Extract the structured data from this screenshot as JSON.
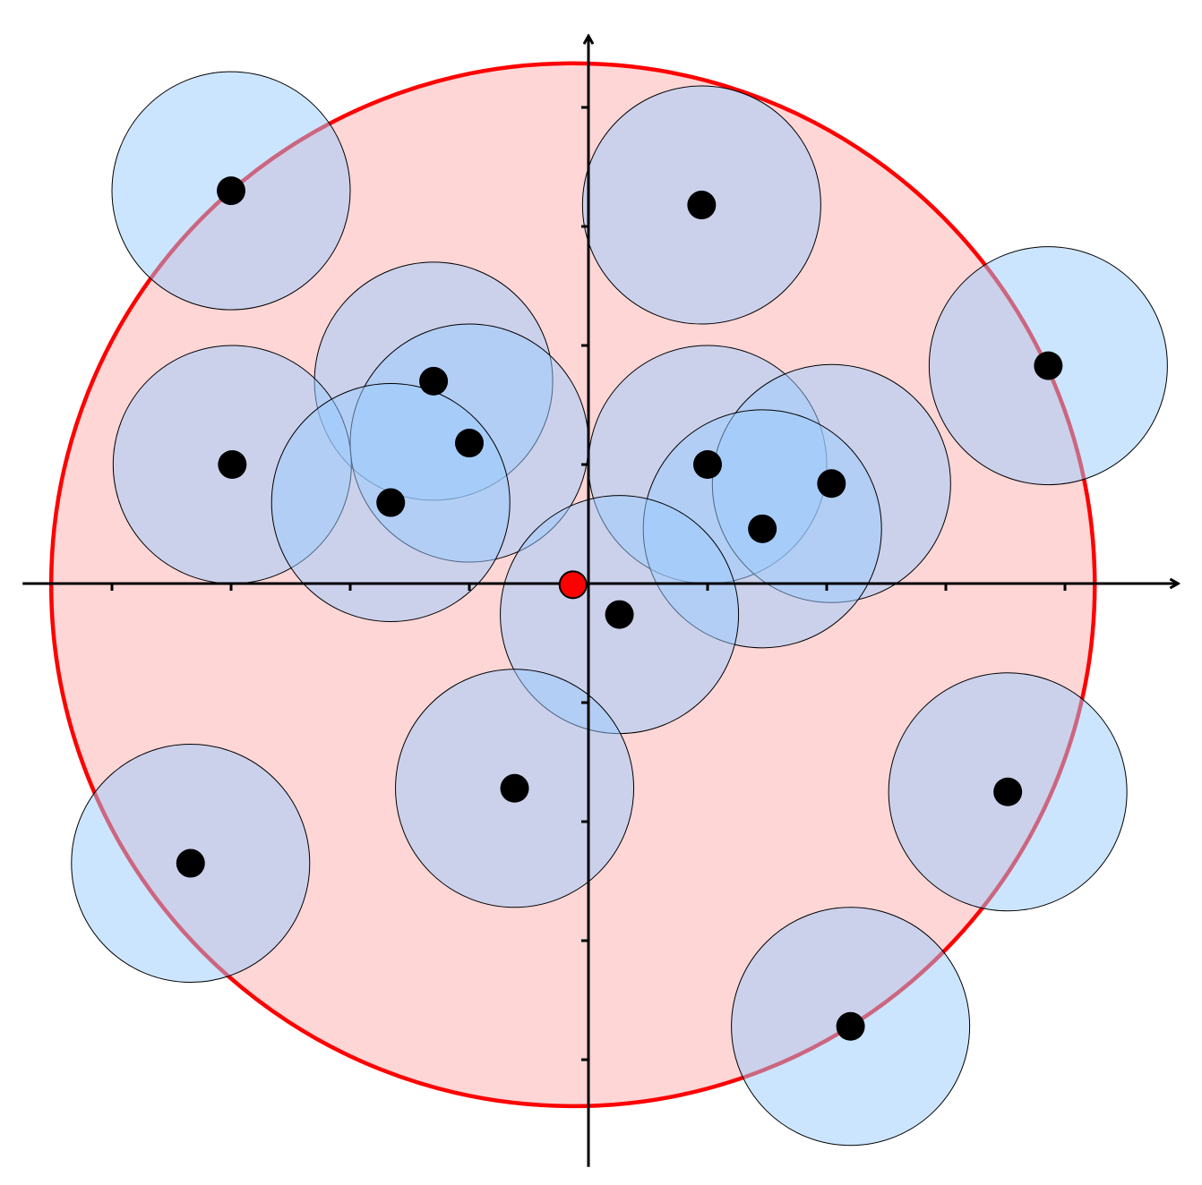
{
  "colors": {
    "background": "#ffffff",
    "axis": "#000000",
    "enclosing_circle_fill": "#ff0000",
    "enclosing_circle_stroke": "#ff0000",
    "point_circle_fill": "#99ccff",
    "point_circle_stroke": "#000000",
    "point": "#000000",
    "center_point": "#ff0000"
  },
  "chart_data": {
    "type": "scatter",
    "xlim": [
      -4.75,
      4.95
    ],
    "ylim": [
      -4.9,
      4.6
    ],
    "x_ticks": [
      -4,
      -3,
      -2,
      -1,
      1,
      2,
      3,
      4
    ],
    "y_ticks": [
      -4,
      -3,
      -2,
      -1,
      1,
      2,
      3,
      4
    ],
    "tick_labels_shown": false,
    "grid": false,
    "point_radius": 1.0,
    "enclosing_circle": {
      "center": [
        -0.13,
        -0.01
      ],
      "radius": 4.38
    },
    "points": [
      [
        -3.0,
        3.3
      ],
      [
        0.95,
        3.18
      ],
      [
        3.86,
        1.83
      ],
      [
        -1.3,
        1.7
      ],
      [
        -2.99,
        1.0
      ],
      [
        -1.0,
        1.18
      ],
      [
        -1.66,
        0.68
      ],
      [
        1.0,
        1.0
      ],
      [
        2.04,
        0.84
      ],
      [
        1.46,
        0.46
      ],
      [
        0.26,
        -0.26
      ],
      [
        -0.62,
        -1.72
      ],
      [
        -3.34,
        -2.35
      ],
      [
        3.52,
        -1.75
      ],
      [
        2.2,
        -3.72
      ]
    ]
  }
}
